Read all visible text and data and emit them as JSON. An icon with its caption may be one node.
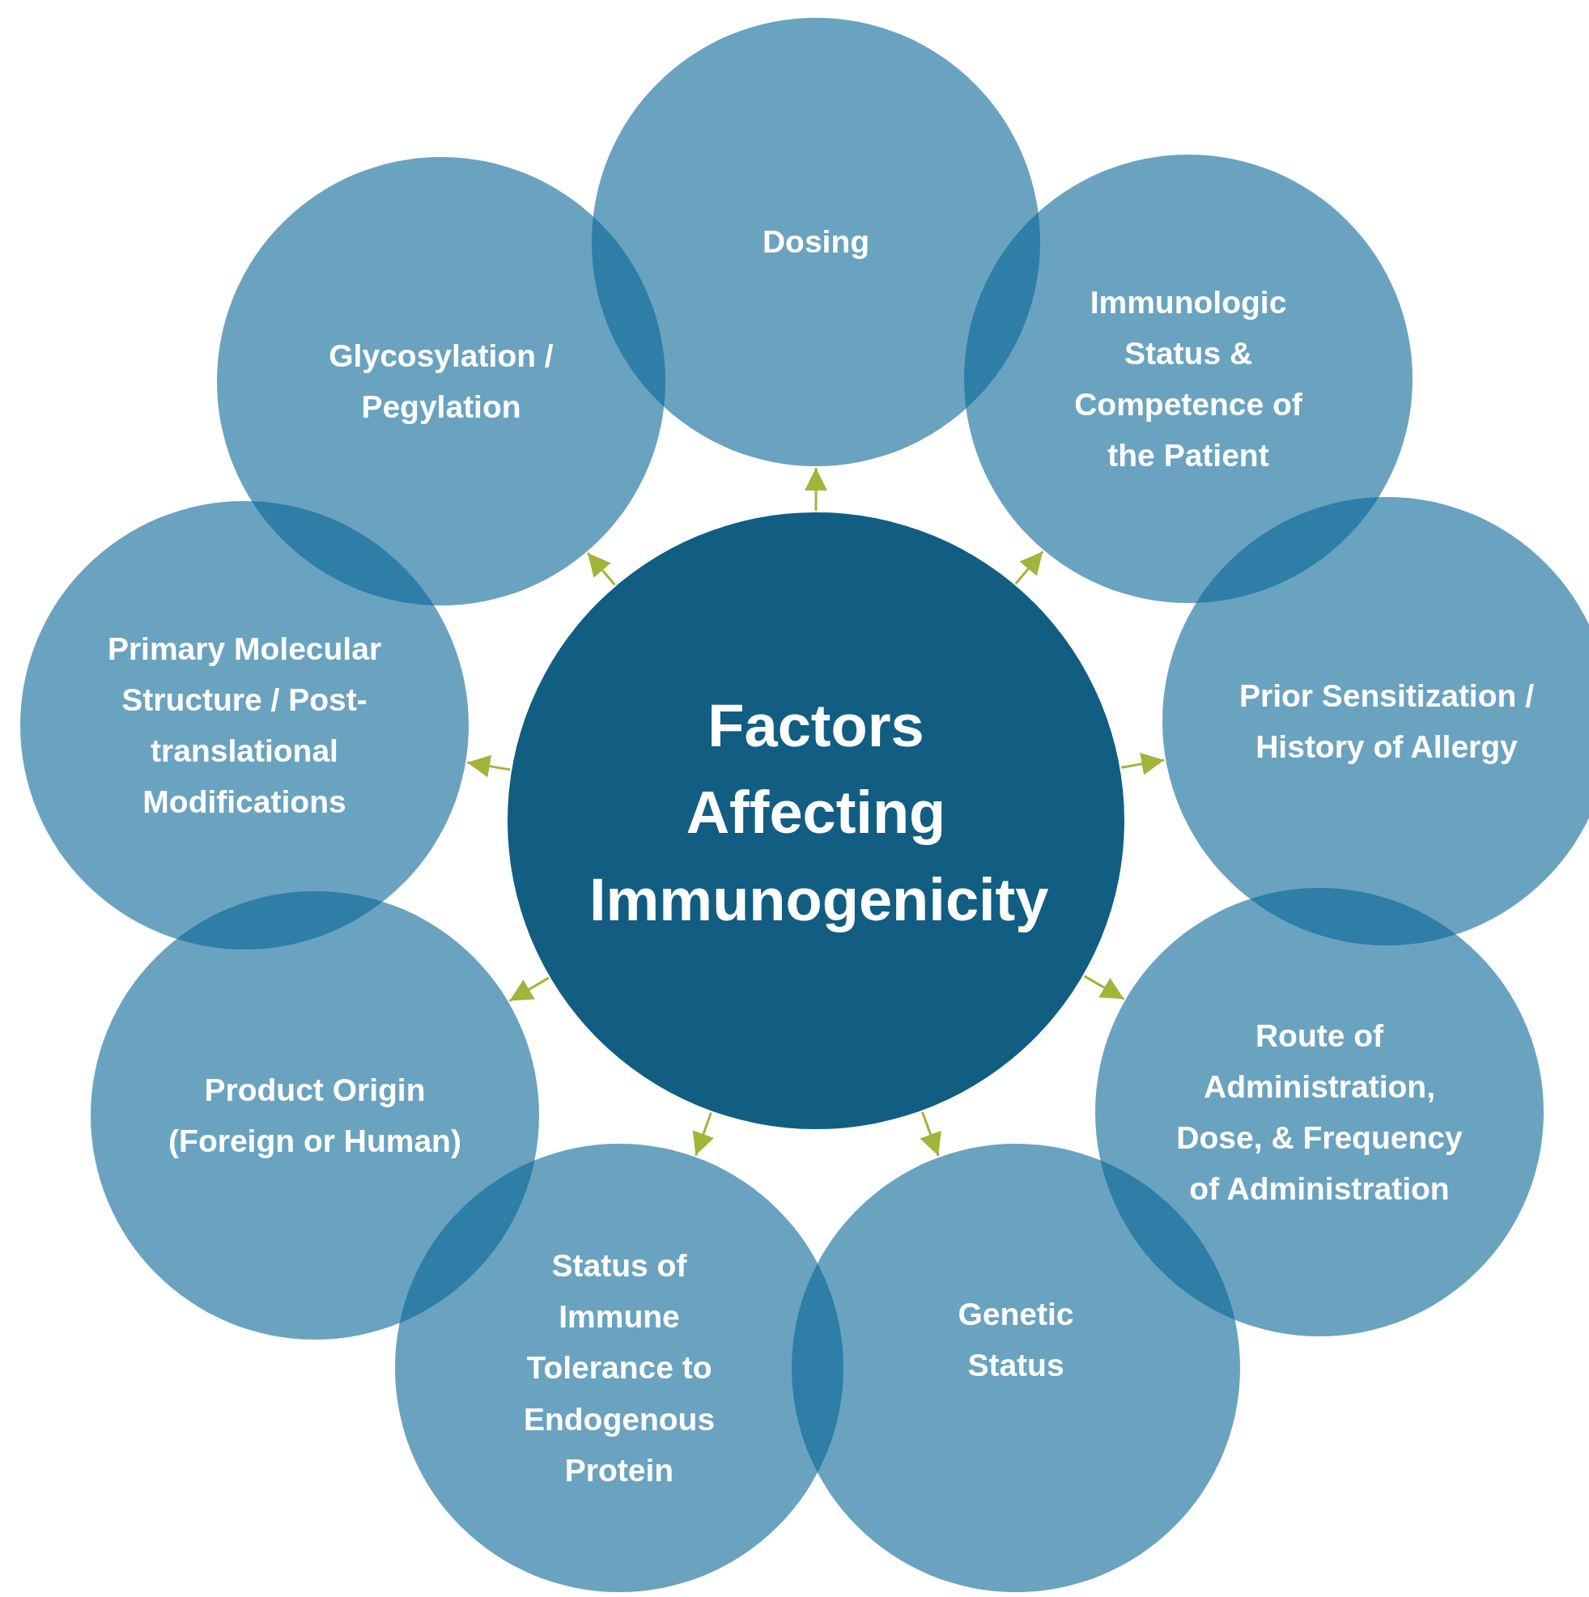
{
  "diagram": {
    "nodes": [
      {
        "text": [
          "Factors Affecting Immunogenicity"
        ]
      },
      {
        "text": [
          "Dosing"
        ]
      },
      {
        "text": [
          "Immunologic Status & Competence of the Patient"
        ]
      },
      {
        "text": [
          "Prior Sensitization / History of Allergy"
        ]
      },
      {
        "text": [
          "Route of Administration, Dose, & Frequency of Administration"
        ]
      },
      {
        "text": [
          "Genetic Status"
        ]
      },
      {
        "text": [
          "Status of Immune Tolerance to Endogenous Protein"
        ]
      },
      {
        "text": [
          "Product Origin (Foreign or Human)"
        ]
      },
      {
        "text": [
          "Primary Molecular Structure / Post-translational Modifications"
        ]
      },
      {
        "text": [
          "Glycosylation / Pegylation"
        ]
      }
    ],
    "edges": [
      {
        "from": 0,
        "to": 1,
        "arrow": "to"
      },
      {
        "from": 0,
        "to": 2,
        "arrow": "to"
      },
      {
        "from": 0,
        "to": 3,
        "arrow": "to"
      },
      {
        "from": 0,
        "to": 4,
        "arrow": "to"
      },
      {
        "from": 0,
        "to": 5,
        "arrow": "to"
      },
      {
        "from": 0,
        "to": 6,
        "arrow": "to"
      },
      {
        "from": 0,
        "to": 7,
        "arrow": "to"
      },
      {
        "from": 0,
        "to": 8,
        "arrow": "to"
      },
      {
        "from": 0,
        "to": 9,
        "arrow": "to"
      }
    ]
  }
}
